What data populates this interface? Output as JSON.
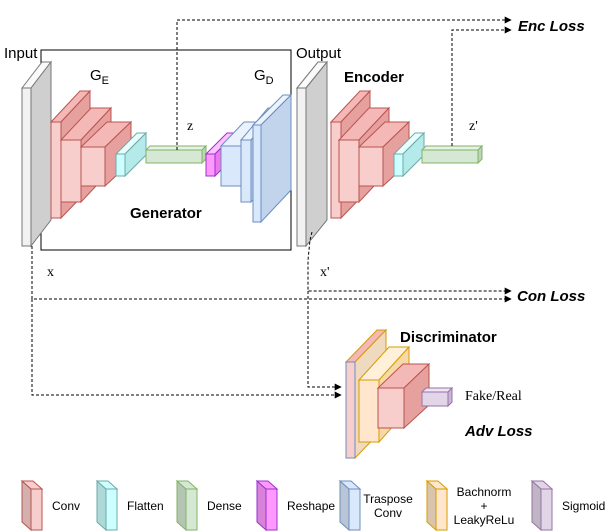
{
  "labels": {
    "input": "Input",
    "output": "Output",
    "ge_main": "G",
    "ge_sub": "E",
    "gd_main": "G",
    "gd_sub": "D",
    "generator": "Generator",
    "encoder": "Encoder",
    "discriminator": "Discriminator",
    "z": "z",
    "z_prime": "z'",
    "x": "x",
    "x_prime": "x'",
    "enc_loss": "Enc Loss",
    "con_loss": "Con Loss",
    "adv_loss": "Adv Loss",
    "fake_real": "Fake/Real"
  },
  "legend": [
    {
      "key": "conv",
      "label": "Conv",
      "color": "#f8cecc",
      "stroke": "#b85450"
    },
    {
      "key": "flatten",
      "label": "Flatten",
      "color": "#ccffff",
      "stroke": "#6fa8a8"
    },
    {
      "key": "dense",
      "label": "Dense",
      "color": "#d5e8d4",
      "stroke": "#82b366"
    },
    {
      "key": "reshape",
      "label": "Reshape",
      "color": "#ff99ff",
      "stroke": "#9933cc"
    },
    {
      "key": "traspose",
      "label": "Traspose",
      "label2": "Conv",
      "color": "#dae8fc",
      "stroke": "#6c8ebf"
    },
    {
      "key": "bnorm",
      "label": "Bachnorm",
      "label2": "+",
      "label3": "LeakyReLu",
      "color": "#ffe6cc",
      "stroke": "#d79b00"
    },
    {
      "key": "sigmoid",
      "label": "Sigmoid",
      "color": "#e1d5e7",
      "stroke": "#9673a6"
    }
  ]
}
